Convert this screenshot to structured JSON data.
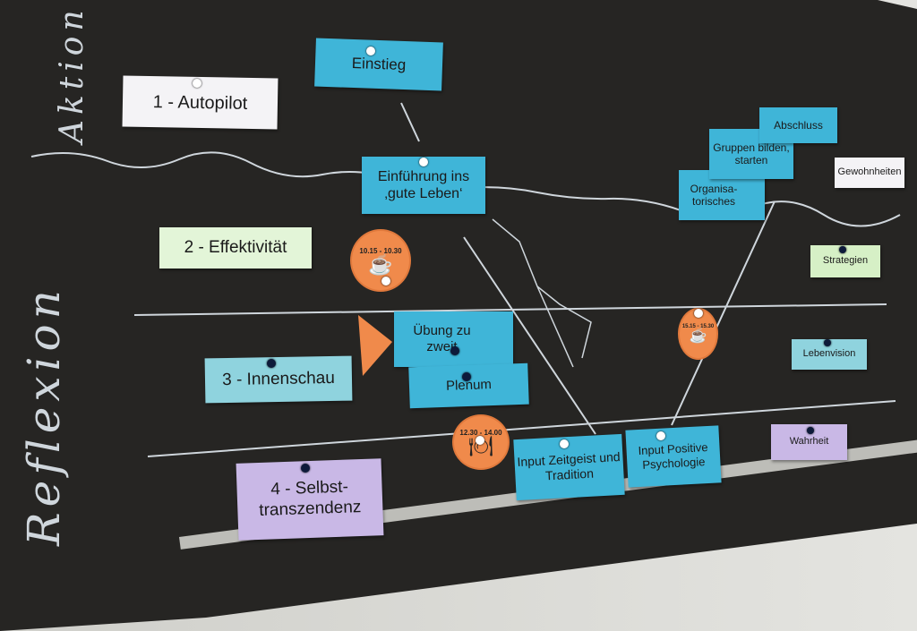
{
  "chalk": {
    "left_label": "Reflexion",
    "top_label": "Aktion"
  },
  "levels": [
    "1 - Autopilot",
    "2 - Effektivität",
    "3 - Innenschau",
    "4 - Selbst-transzendenz"
  ],
  "cards": {
    "einstieg": "Einstieg",
    "einfuehrung": "Einführung ins ‚gute Leben‘",
    "uebung": "Übung zu zweit",
    "plenum": "Plenum",
    "input_zeitgeist": "Input Zeitgeist und Tradition",
    "input_positive": "Input Positive Psychologie",
    "organisatorisches": "Organisa-torisches",
    "gruppen": "Gruppen bilden, starten",
    "abschluss": "Abschluss"
  },
  "right_labels": [
    "Gewohnheiten",
    "Strategien",
    "Lebenvision",
    "Wahrheit"
  ],
  "breaks": [
    {
      "time": "10.15 - 10.30",
      "icon": "☕"
    },
    {
      "time": "12.30 - 14.00",
      "icon": "🍽"
    },
    {
      "time": "15.15 - 15.30",
      "icon": "☕"
    }
  ],
  "colors": {
    "board": "#262523",
    "blue_card": "#3fb5d8",
    "orange": "#f08a4b"
  }
}
